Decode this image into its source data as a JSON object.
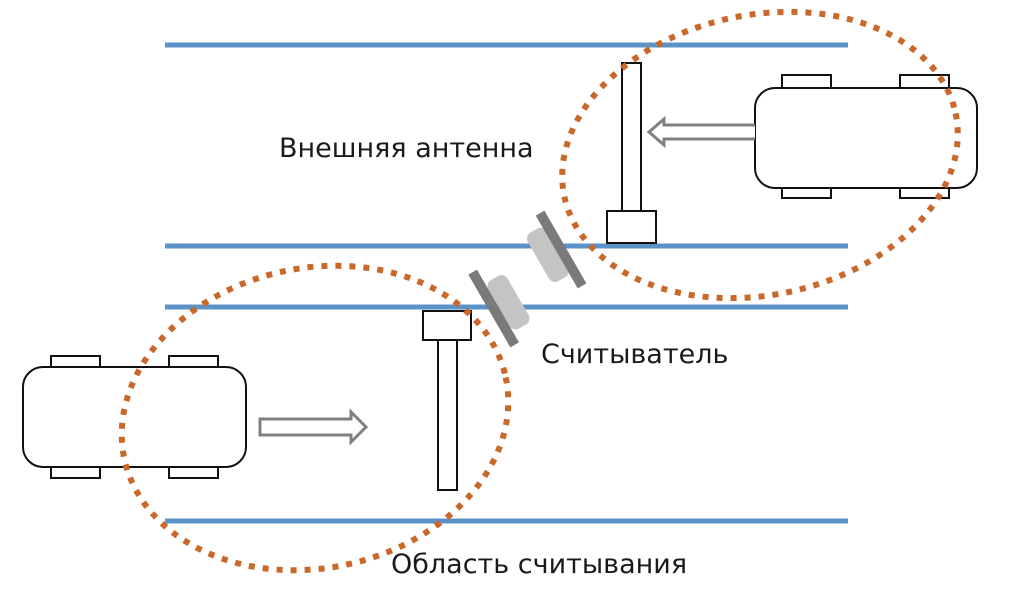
{
  "labels": {
    "external_antenna": "Внешняя антенна",
    "reader": "Считыватель",
    "read_area": "Область считывания"
  },
  "colors": {
    "lane": "#5b93c9",
    "read_zone": "#c8692b",
    "outline": "#111111",
    "reader_dark": "#7a7a7a",
    "reader_light": "#c4c4c4",
    "arrow": "#808080"
  },
  "elements": {
    "car_top": {
      "direction": "left"
    },
    "car_bottom": {
      "direction": "right"
    }
  }
}
